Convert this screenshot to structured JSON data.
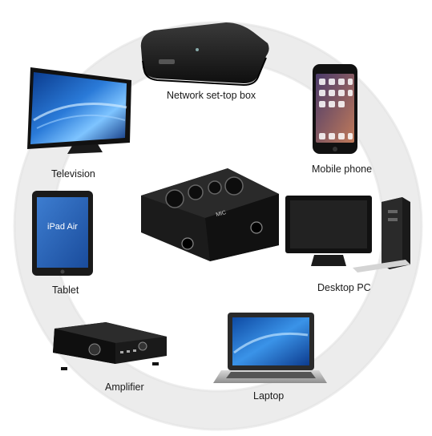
{
  "diagram": {
    "center": {
      "name": "karaoke-mixer",
      "panel_text": "MIC",
      "colors": {
        "body": "#1b1b1b",
        "panel": "#2a2a2a"
      }
    },
    "ring_color": "#e6e6e6",
    "devices": [
      {
        "id": "network-set-top-box",
        "label": "Network set-top box"
      },
      {
        "id": "mobile-phone",
        "label": "Mobile phone"
      },
      {
        "id": "desktop-pc",
        "label": "Desktop PC"
      },
      {
        "id": "laptop",
        "label": "Laptop"
      },
      {
        "id": "amplifier",
        "label": "Amplifier"
      },
      {
        "id": "tablet",
        "label": "Tablet"
      },
      {
        "id": "television",
        "label": "Television"
      }
    ],
    "tablet_screen": {
      "title": "iPad Air"
    }
  }
}
